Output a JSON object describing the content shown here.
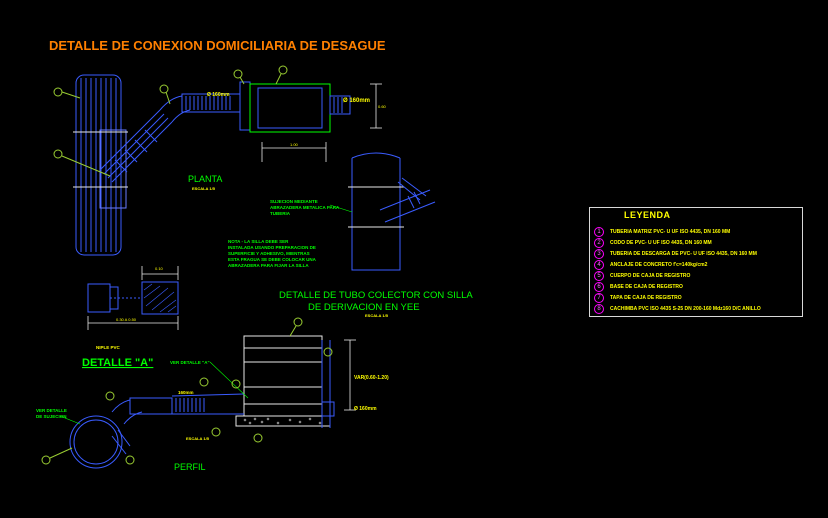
{
  "title": "DETALLE DE CONEXION DOMICILIARIA DE DESAGUE",
  "labels": {
    "planta": "PLANTA",
    "escala_planta": "ESCALA 1/5",
    "phi_160_top": "Ø 160mm",
    "phi_160_right": "Ø 160mm",
    "abrazadera": "SUJECION MEDIANTE ABRAZADERA METALICA PARA TUBERIA",
    "nota": "NOTA - LA SILLA DEBE SER INSTALADA USANDO PREPARACION DE SUPERFICIE Y ADHESIVO, MIENTRAS ESTA FRAGUA SE DEBE COLOCAR UNA ABRAZADERA PARA FIJAR LA SILLA",
    "detalle_tubo_l1": "DETALLE DE TUBO COLECTOR CON SILLA",
    "detalle_tubo_l2": "DE DERIVACION EN YEE",
    "escala_tubo": "ESCALA 1/5",
    "niple": "NIPLE PVC",
    "detalle_a": "DETALLE \"A\"",
    "ver_detalle_a": "VER DETALLE \"A\"",
    "ver_detalle_sujecion": "VER DETALLE DE SUJECION",
    "phi_160_perfil": "160mm",
    "escala_perfil": "ESCALA 1/5",
    "perfil": "PERFIL",
    "var_dim": "VAR(0.60-1.20)",
    "phi_160_box": "Ø 160mm"
  },
  "legend": {
    "title": "LEYENDA",
    "items": [
      {
        "num": "1",
        "text": "TUBERIA MATRIZ PVC- U UF ISO 4435, DN 160 MM"
      },
      {
        "num": "2",
        "text": "CODO DE PVC- U UF ISO 4435, DN 160 MM"
      },
      {
        "num": "3",
        "text": "TUBERIA DE DESCARGA DE PVC- U UF ISO 4435, DN 160 MM"
      },
      {
        "num": "4",
        "text": "ANCLAJE DE CONCRETO f'c=140kg/cm2"
      },
      {
        "num": "5",
        "text": "CUERPO DE CAJA DE REGISTRO"
      },
      {
        "num": "6",
        "text": "BASE DE CAJA DE REGISTRO"
      },
      {
        "num": "7",
        "text": "TAPA DE CAJA DE REGISTRO"
      },
      {
        "num": "8",
        "text": "CACHIMBA PVC ISO 4435 S-25 DN 200-160 Mdz160 D/C ANILLO"
      }
    ]
  },
  "colors": {
    "background": "#000000",
    "title": "#ff8000",
    "pipe": "#3a5cff",
    "dimension": "#e8e8e8",
    "note_green": "#00ff00",
    "text_yellow": "#ffff00",
    "bubble": "#9acd32",
    "magenta": "#ff00ff",
    "cyan_text": "#44dddd"
  }
}
